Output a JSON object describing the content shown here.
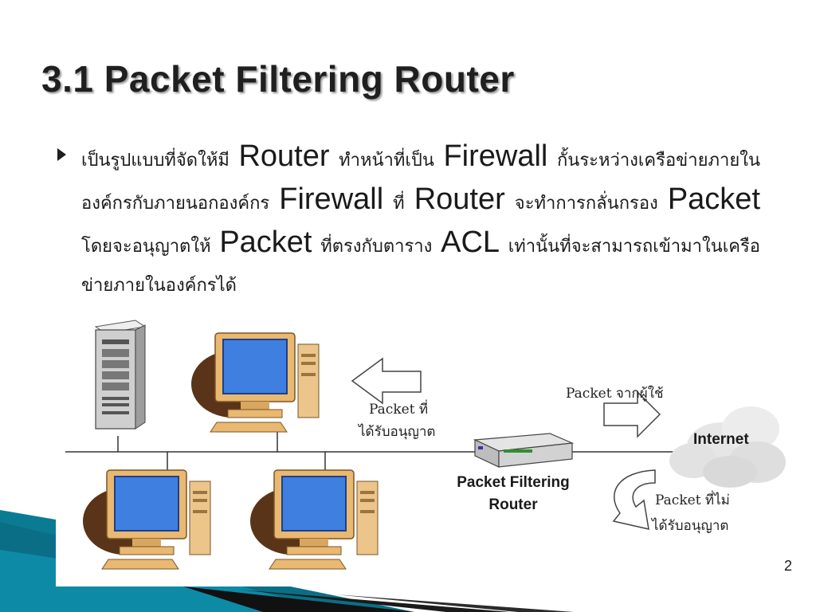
{
  "slide": {
    "title": "3.1 Packet Filtering Router",
    "bullet": {
      "t1": "เป็นรูปแบบที่จัดให้มี ",
      "e1": "Router",
      "t2": " ทำหน้าที่เป็น ",
      "e2": "Firewall",
      "t3": " กั้นระหว่างเครือข่ายภายในองค์กรกับภายนอกองค์กร ",
      "e3": "Firewall",
      "t4": " ที่ ",
      "e4": "Router",
      "t5": " จะทำการกลั่นกรอง ",
      "e5": "Packet",
      "t6": " โดยจะอนุญาตให้ ",
      "e6": "Packet",
      "t7": " ที่ตรงกับตาราง ",
      "e7": "ACL",
      "t8": " เท่านั้นที่จะสามารถเข้ามาในเครือข่ายภายในองค์กรได้"
    },
    "slide_number": "2"
  },
  "diagram": {
    "label_allowed_line1": "Packet ที่",
    "label_allowed_line2": "ได้รับอนุญาต",
    "label_from_user": "Packet จากผู้ใช้",
    "label_internet": "Internet",
    "label_router_line1": "Packet Filtering",
    "label_router_line2": "Router",
    "label_denied_line1": "Packet ที่ไม่",
    "label_denied_line2": "ได้รับอนุญาต"
  },
  "colors": {
    "monitor_body": "#e9b871",
    "monitor_screen": "#3f7fe0",
    "monitor_shadow": "#5a3418",
    "server_body": "#cfcfcf",
    "cloud": "#e6e6e6",
    "deco_teal": "#0b7b94",
    "deco_black": "#111111"
  }
}
